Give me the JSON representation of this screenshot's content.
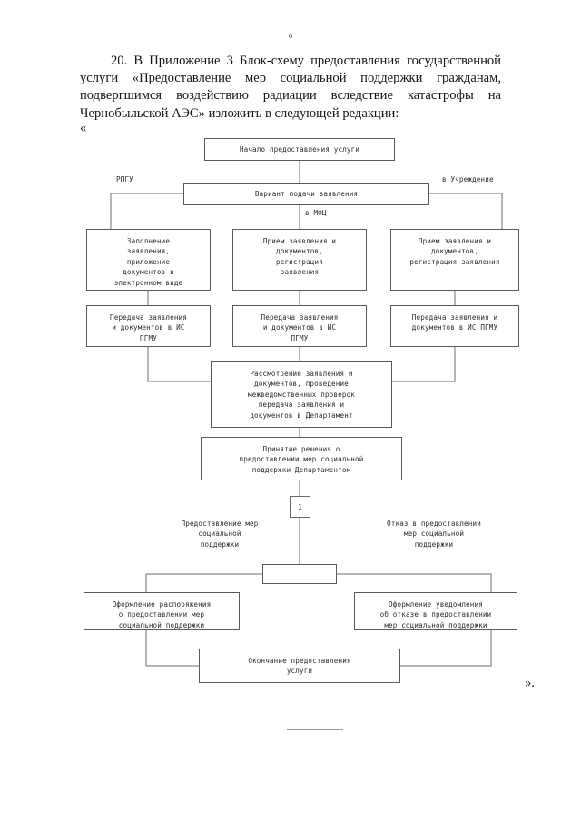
{
  "page": {
    "number": "6",
    "quote_open": "«",
    "quote_close": "»."
  },
  "paragraph": {
    "text": "20. В Приложение 3 Блок-схему предоставления государственной услуги «Предоставление мер социальной поддержки гражданам, подвергшимся воздействию радиации вследствие катастрофы на Чернобыльской АЭС» изложить в следующей редакции:"
  },
  "chart_data": {
    "type": "diagram",
    "title": "Блок-схема предоставления государственной услуги",
    "nodes": [
      {
        "id": "start",
        "label": "Начало предоставления услуги"
      },
      {
        "id": "variant",
        "label": "Вариант подачи заявления"
      },
      {
        "id": "left1",
        "label": "Заполнение\nзаявления,\nприложение\nдокументов в\nэлектронном виде"
      },
      {
        "id": "mid1",
        "label": "Прием заявления и\nдокументов,\nрегистрация\nзаявления"
      },
      {
        "id": "right1",
        "label": "Прием заявления и\nдокументов,\nрегистрация заявления"
      },
      {
        "id": "left2",
        "label": "Передача заявления\nи документов в ИС\nПГМУ"
      },
      {
        "id": "mid2",
        "label": "Передача заявления\nи документов в ИС\nПГМУ"
      },
      {
        "id": "right2",
        "label": "Передача заявления и\nдокументов в ИС ПГМУ"
      },
      {
        "id": "review",
        "label": "Рассмотрение заявления и\nдокументов, проведение\nмежведомственных проверок\nпередача заявления и\nдокументов в Департамент"
      },
      {
        "id": "decision",
        "label": "Принятие решения о\nпредоставлении мер социальной\nподдержки Департаментом"
      },
      {
        "id": "marker",
        "label": "1"
      },
      {
        "id": "split",
        "label": ""
      },
      {
        "id": "grant",
        "label": "Оформление распоряжения\nо предоставлении мер\nсоциальной поддержки"
      },
      {
        "id": "refuse",
        "label": "Оформление уведомления\nоб отказе в предоставлении\nмер социальной поддержки"
      },
      {
        "id": "end",
        "label": "Окончание предоставления\nуслуги"
      }
    ],
    "edge_labels": [
      {
        "id": "rpgu",
        "label": "РПГУ"
      },
      {
        "id": "institution",
        "label": "в Учреждение"
      },
      {
        "id": "mfc",
        "label": "в МФЦ"
      },
      {
        "id": "grant-branch",
        "label": "Предоставление мер\nсоциальной\nподдержки"
      },
      {
        "id": "refuse-branch",
        "label": "Отказ в предоставлении\nмер социальной\nподдержки"
      }
    ]
  }
}
